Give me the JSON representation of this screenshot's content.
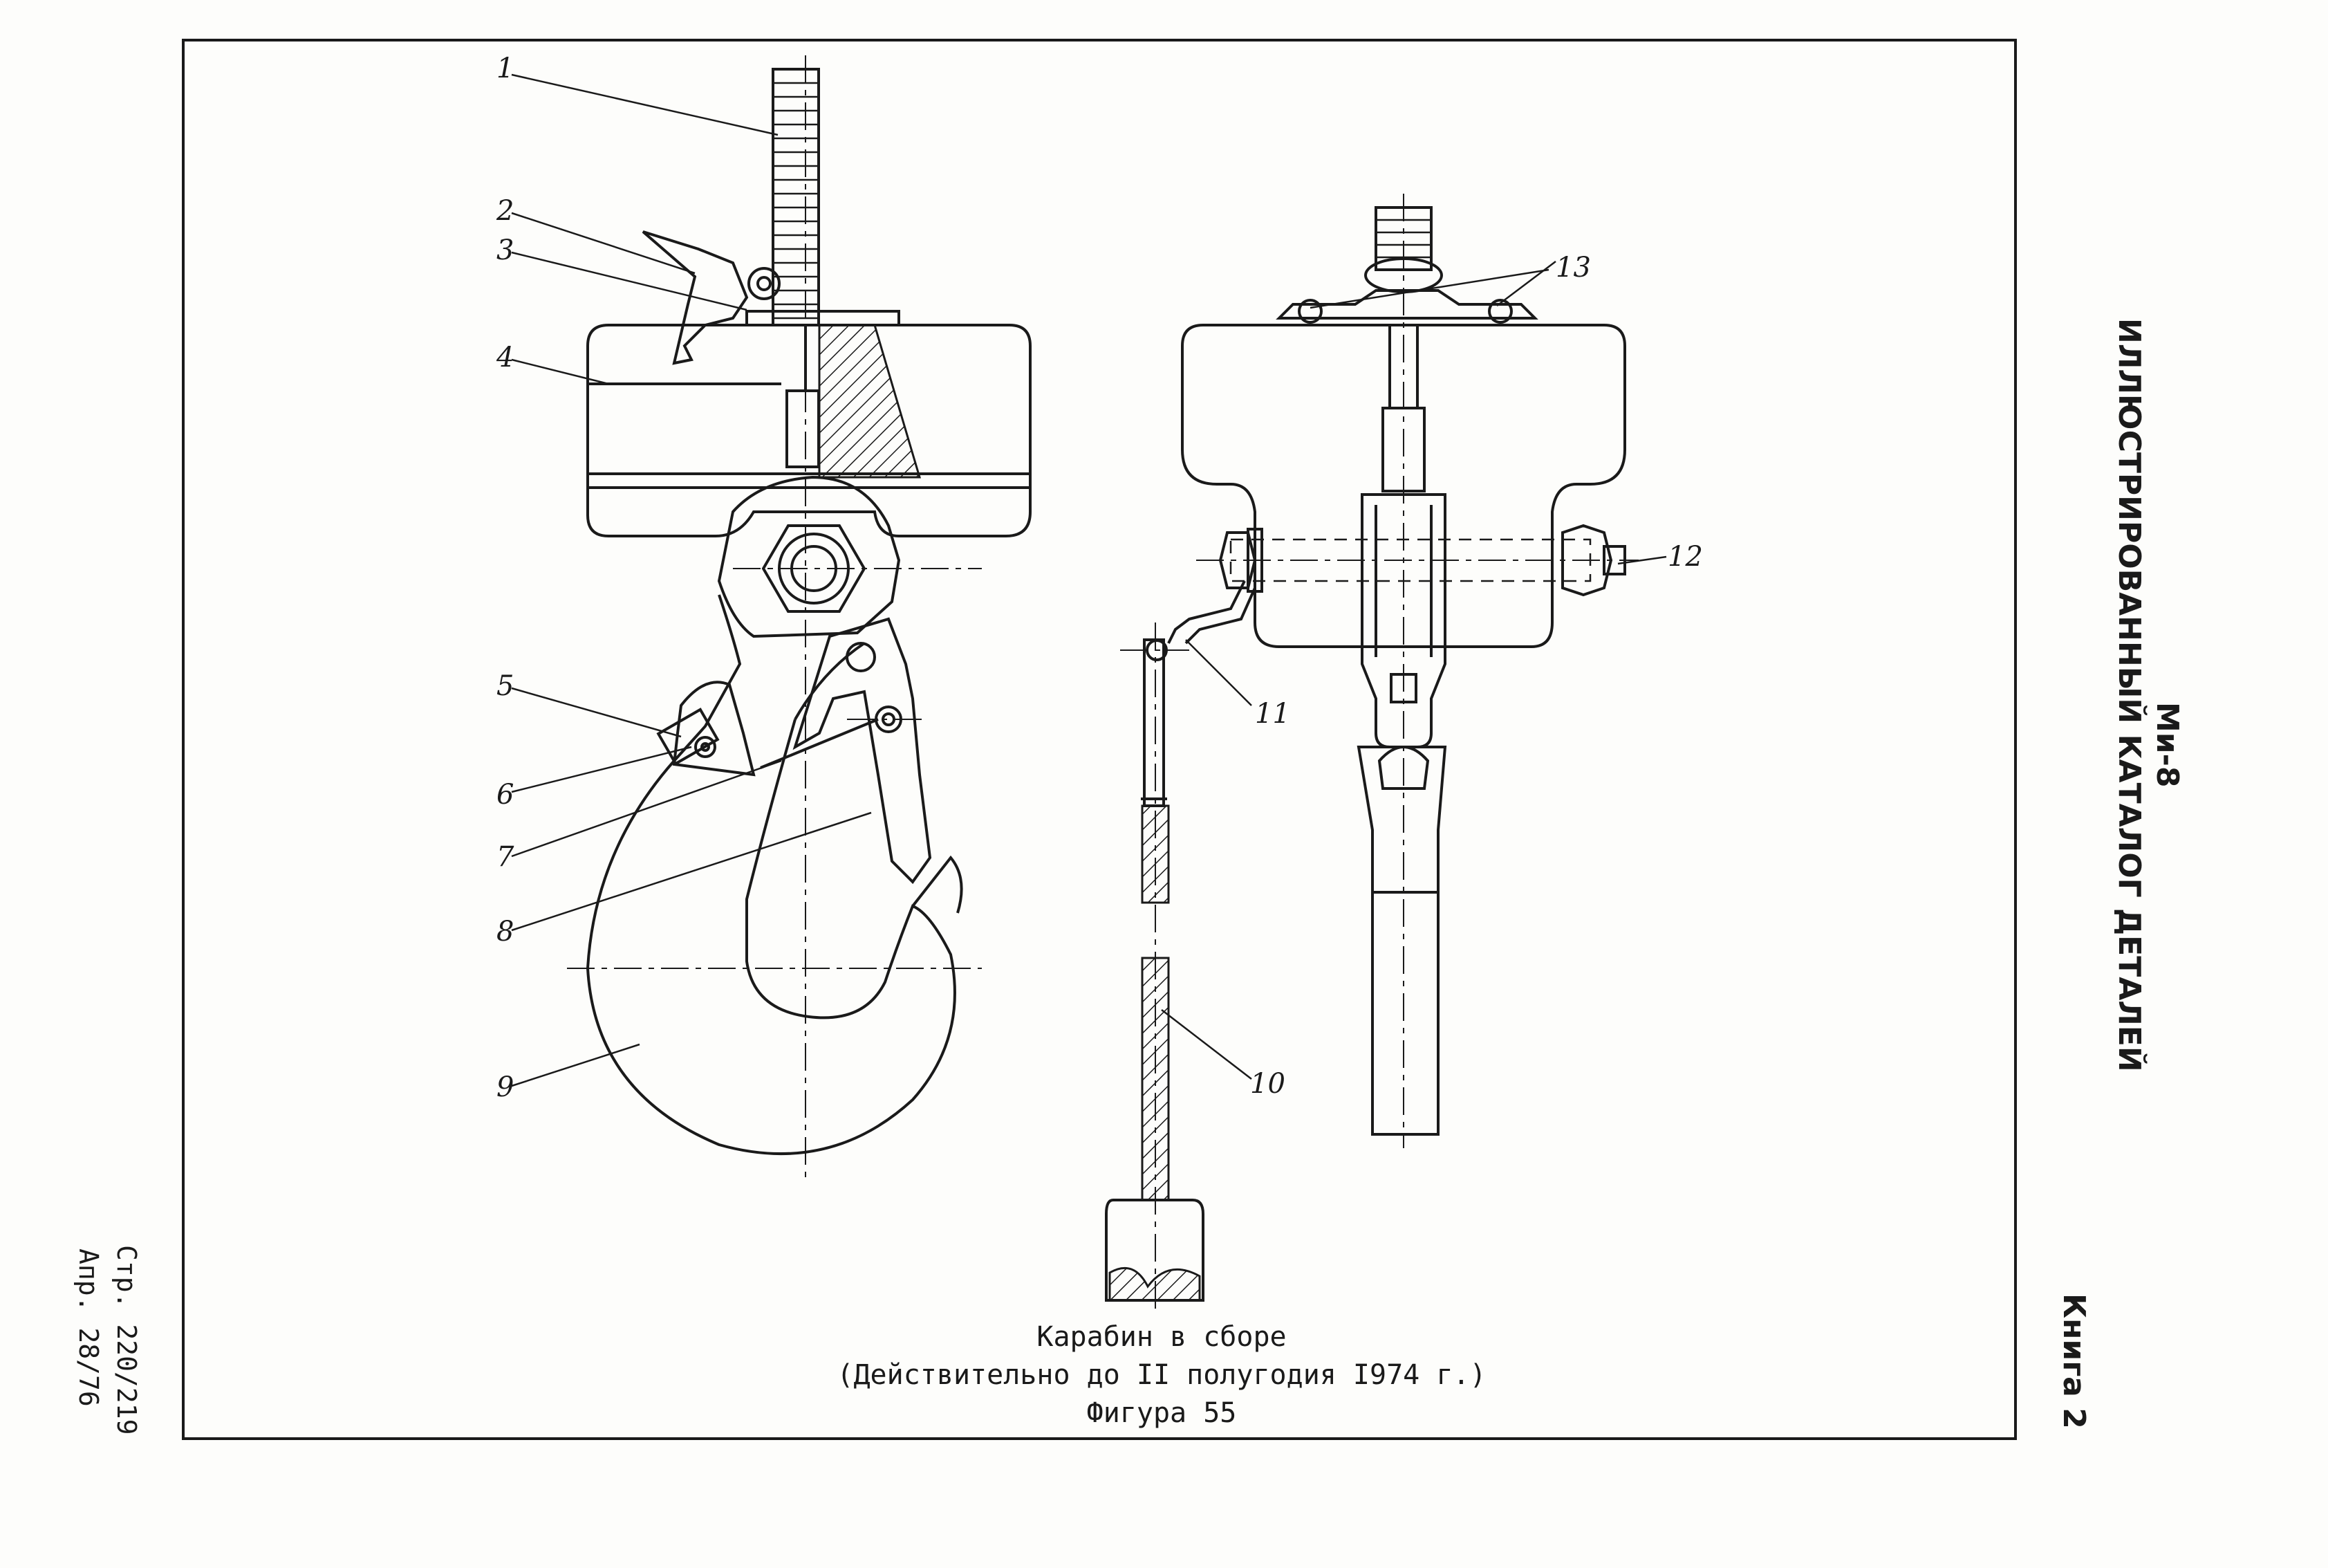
{
  "header": {
    "aircraft": "Ми-8",
    "catalog_title": "ИЛЛЮСТРИРОВАННЫЙ КАТАЛОГ ДЕТАЛЕЙ",
    "book": "Книга 2"
  },
  "page_info": {
    "page": "Стр. 220/219",
    "date": "Апр. 28/76"
  },
  "caption": {
    "line1": "Карабин в сборе",
    "line2": "(Действительно до II полугодия I974 г.)",
    "line3": "Фигура 55"
  },
  "callouts": [
    "1",
    "2",
    "3",
    "4",
    "5",
    "6",
    "7",
    "8",
    "9",
    "10",
    "11",
    "12",
    "13"
  ]
}
